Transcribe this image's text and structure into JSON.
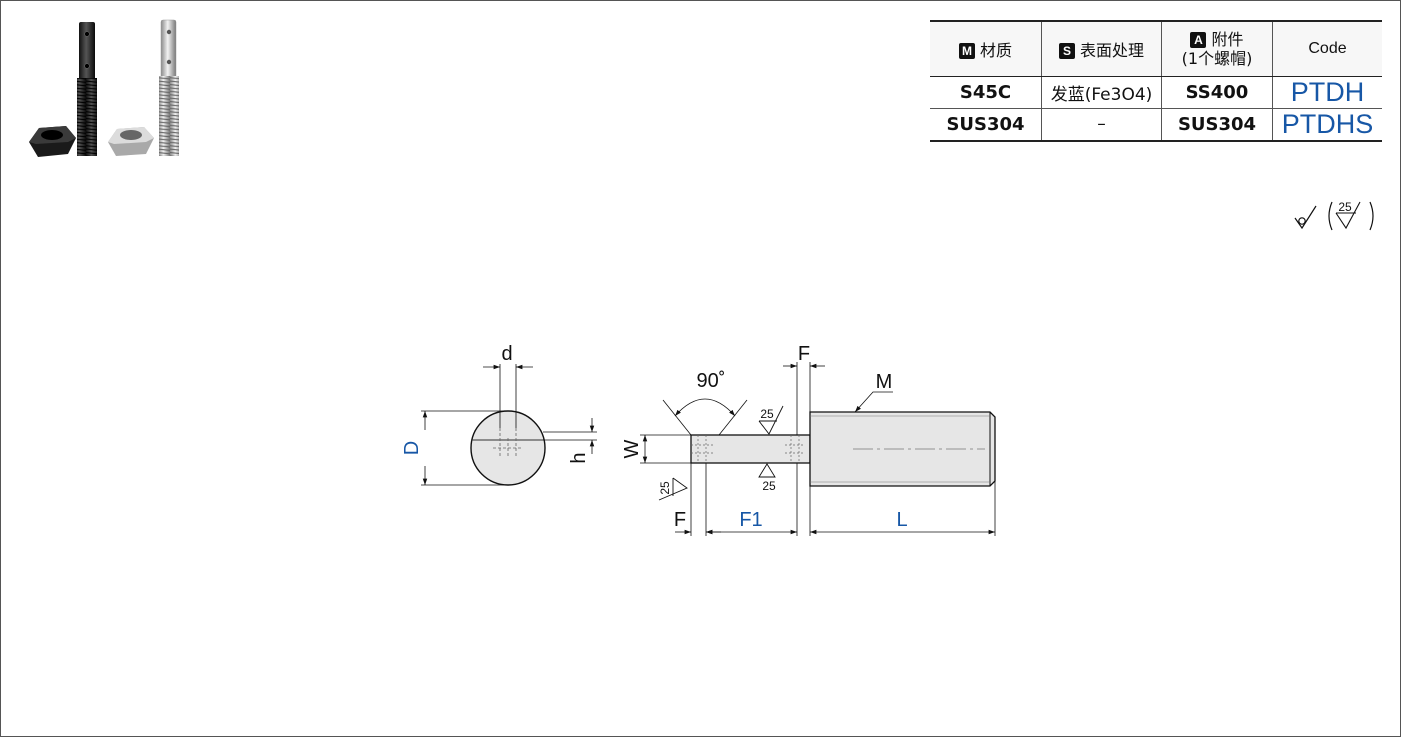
{
  "table": {
    "headers": {
      "material": {
        "badge": "M",
        "label": "材质"
      },
      "surface": {
        "badge": "S",
        "label": "表面处理"
      },
      "accessory": {
        "badge": "A",
        "label_line1": "附件",
        "label_line2": "(1个螺帽)"
      },
      "code": {
        "label": "Code"
      }
    },
    "rows": [
      {
        "material": "S45C",
        "surface": "发蓝(Fe3O4)",
        "accessory": "SS400",
        "code": "PTDH"
      },
      {
        "material": "SUS304",
        "surface": "–",
        "accessory": "SUS304",
        "code": "PTDHS"
      }
    ]
  },
  "roughness": {
    "value": "25"
  },
  "drawing": {
    "labels": {
      "d": "d",
      "D": "D",
      "h": "h",
      "F_top": "F",
      "angle": "90˚",
      "M": "M",
      "W": "W",
      "F_bottom": "F",
      "F1": "F1",
      "L": "L",
      "rough_a": "25",
      "rough_b": "25",
      "rough_c": "25"
    }
  },
  "colors": {
    "accent_blue": "#1757a6",
    "part_fill": "#e6e6e6"
  }
}
